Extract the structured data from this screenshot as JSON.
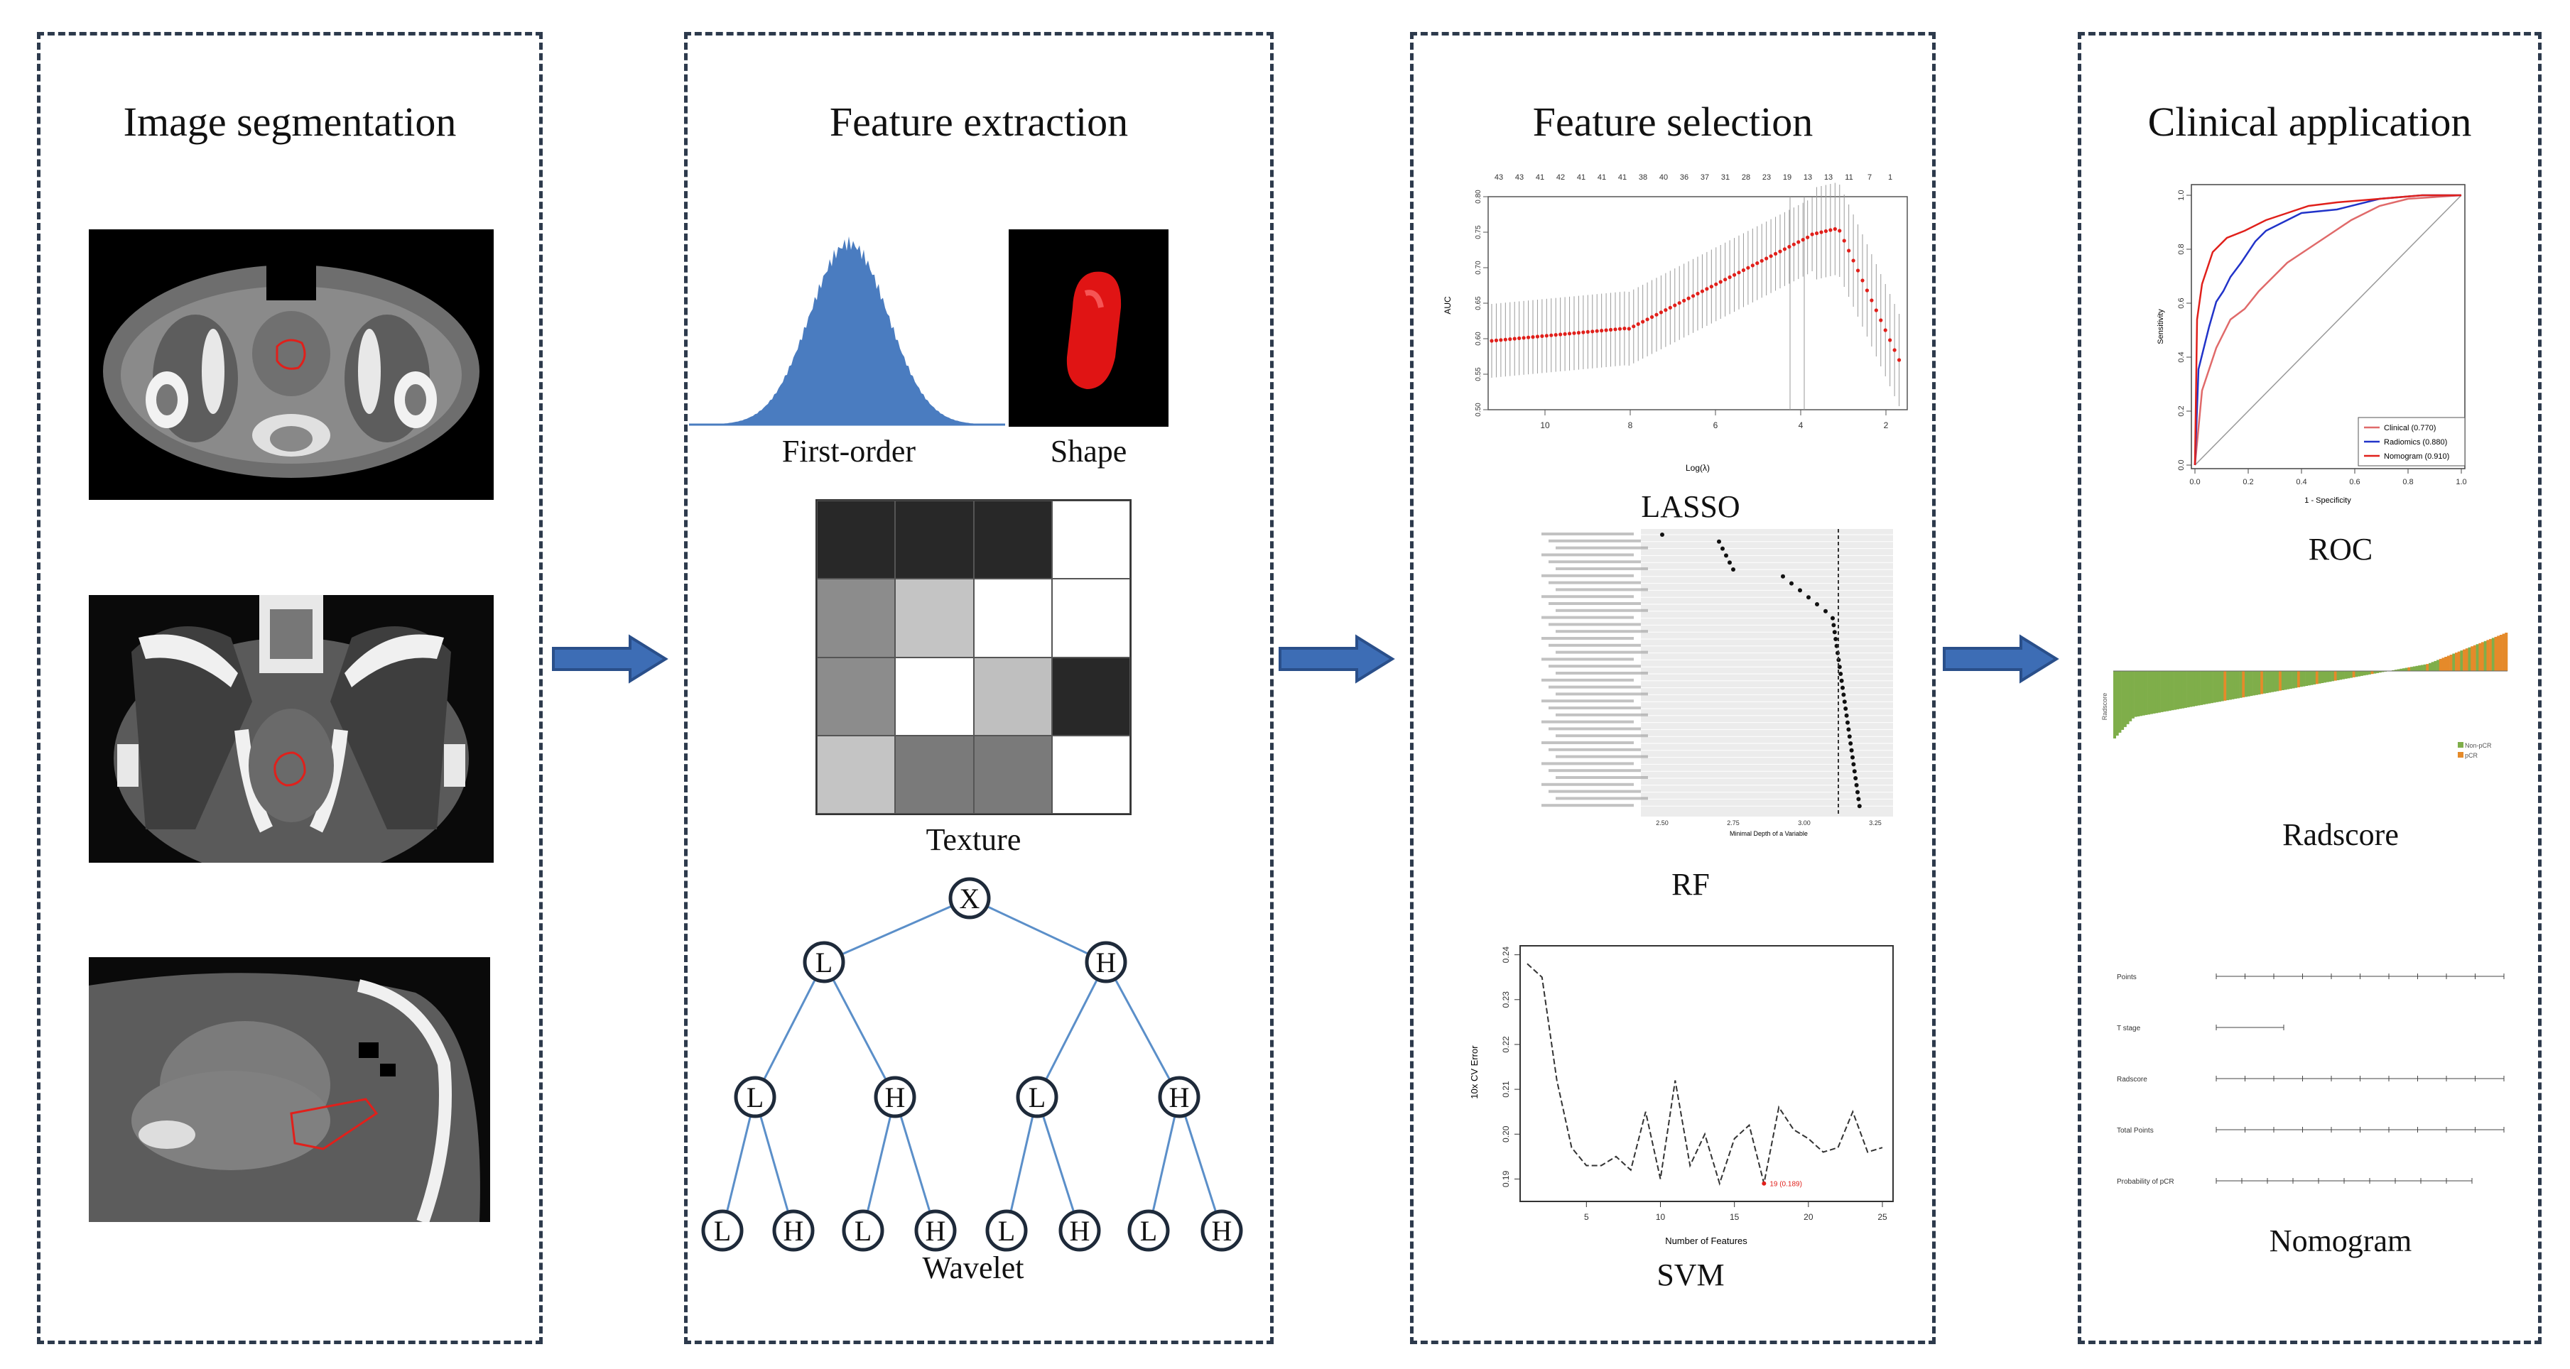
{
  "panels": {
    "segmentation": {
      "title": "Image segmentation"
    },
    "extraction": {
      "title": "Feature extraction",
      "first_order_label": "First-order",
      "shape_label": "Shape",
      "texture_label": "Texture",
      "wavelet_label": "Wavelet",
      "wavelet_nodes": {
        "root": "X",
        "low": "L",
        "high": "H"
      }
    },
    "selection": {
      "title": "Feature selection",
      "lasso_label": "LASSO",
      "rf_label": "RF",
      "svm_label": "SVM"
    },
    "clinical": {
      "title": "Clinical application",
      "roc_label": "ROC",
      "radscore_label": "Radscore",
      "nomogram_label": "Nomogram"
    }
  },
  "colors": {
    "panel_border": "#2d3a4c",
    "arrow_fill": "#3d6db5",
    "arrow_stroke": "#2a4f8a",
    "histogram": "#4a7cc0",
    "tree_line": "#5b8fc9",
    "lasso_point": "#e0201b",
    "roc_clinical": "#e06a6a",
    "roc_radiomics": "#2133c9",
    "roc_nomogram": "#e0201b",
    "radscore_green": "#7fae4a",
    "radscore_orange": "#e58a2a"
  },
  "texture_grid": [
    [
      "#282828",
      "#282828",
      "#282828",
      "#ffffff"
    ],
    [
      "#8c8c8c",
      "#c4c4c4",
      "#ffffff",
      "#ffffff"
    ],
    [
      "#8c8c8c",
      "#ffffff",
      "#bfbfbf",
      "#282828"
    ],
    [
      "#c4c4c4",
      "#7a7a7a",
      "#7a7a7a",
      "#ffffff"
    ]
  ],
  "lasso_chart": {
    "top_ticks": [
      "43",
      "43",
      "41",
      "42",
      "41",
      "41",
      "41",
      "38",
      "40",
      "36",
      "37",
      "31",
      "28",
      "23",
      "19",
      "13",
      "13",
      "11",
      "7",
      "1"
    ],
    "y_ticks": [
      "0.80",
      "0.75",
      "0.70",
      "0.65",
      "0.60",
      "0.55",
      "0.50"
    ],
    "x_ticks": [
      "10",
      "8",
      "6",
      "4",
      "2"
    ],
    "xlabel": "Log(λ)",
    "ylabel": "AUC"
  },
  "svm_chart": {
    "y_ticks": [
      "0.24",
      "0.23",
      "0.22",
      "0.21",
      "0.20",
      "0.19"
    ],
    "x_ticks": [
      "5",
      "10",
      "15",
      "20",
      "25"
    ],
    "xlabel": "Number of Features",
    "ylabel": "10x CV Error",
    "min_label": "19 (0.189)",
    "values": [
      0.238,
      0.235,
      0.212,
      0.197,
      0.193,
      0.193,
      0.195,
      0.192,
      0.205,
      0.19,
      0.212,
      0.193,
      0.2,
      0.189,
      0.199,
      0.202,
      0.189,
      0.206,
      0.201,
      0.199,
      0.196,
      0.197,
      0.205,
      0.196,
      0.197
    ]
  },
  "rf_chart": {
    "xlabel": "Minimal Depth of a Variable",
    "x_ticks": [
      "2.50",
      "2.75",
      "3.00",
      "3.25"
    ]
  },
  "roc_chart": {
    "ylabel": "Sensitivity",
    "xlabel": "1 - Specificity",
    "x_ticks": [
      "0.0",
      "0.2",
      "0.4",
      "0.6",
      "0.8",
      "1.0"
    ],
    "y_ticks": [
      "1.0",
      "0.8",
      "0.6",
      "0.4",
      "0.2",
      "0.0"
    ],
    "legend": [
      "Clinical (0.770)",
      "Radiomics (0.880)",
      "Nomogram (0.910)"
    ]
  },
  "radscore_chart": {
    "ylabel": "Radscore",
    "legend": [
      "Non-pCR",
      "pCR"
    ]
  },
  "nomogram_chart": {
    "rows": [
      "Points",
      "T stage",
      "Radscore",
      "Total Points",
      "Probability of pCR"
    ]
  }
}
